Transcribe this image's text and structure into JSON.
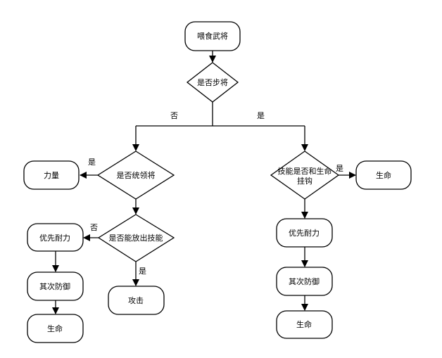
{
  "nodes": {
    "feed": "喂食武将",
    "is_infantry": "是否步将",
    "power": "力量",
    "is_commander": "是否统领将",
    "skill_life": [
      "技能是否和生命",
      "挂钩"
    ],
    "life_right": "生命",
    "priority_endurance_left": "优先耐力",
    "can_skill": "是否能放出技能",
    "defense_left": "其次防御",
    "attack": "攻击",
    "life_left": "生命",
    "priority_endurance_right": "优先耐力",
    "defense_right": "其次防御",
    "life_right_bottom": "生命"
  },
  "edge_labels": {
    "no": "否",
    "yes": "是"
  },
  "colors": {
    "stroke": "#000000",
    "fill": "#ffffff",
    "text": "#000000"
  }
}
